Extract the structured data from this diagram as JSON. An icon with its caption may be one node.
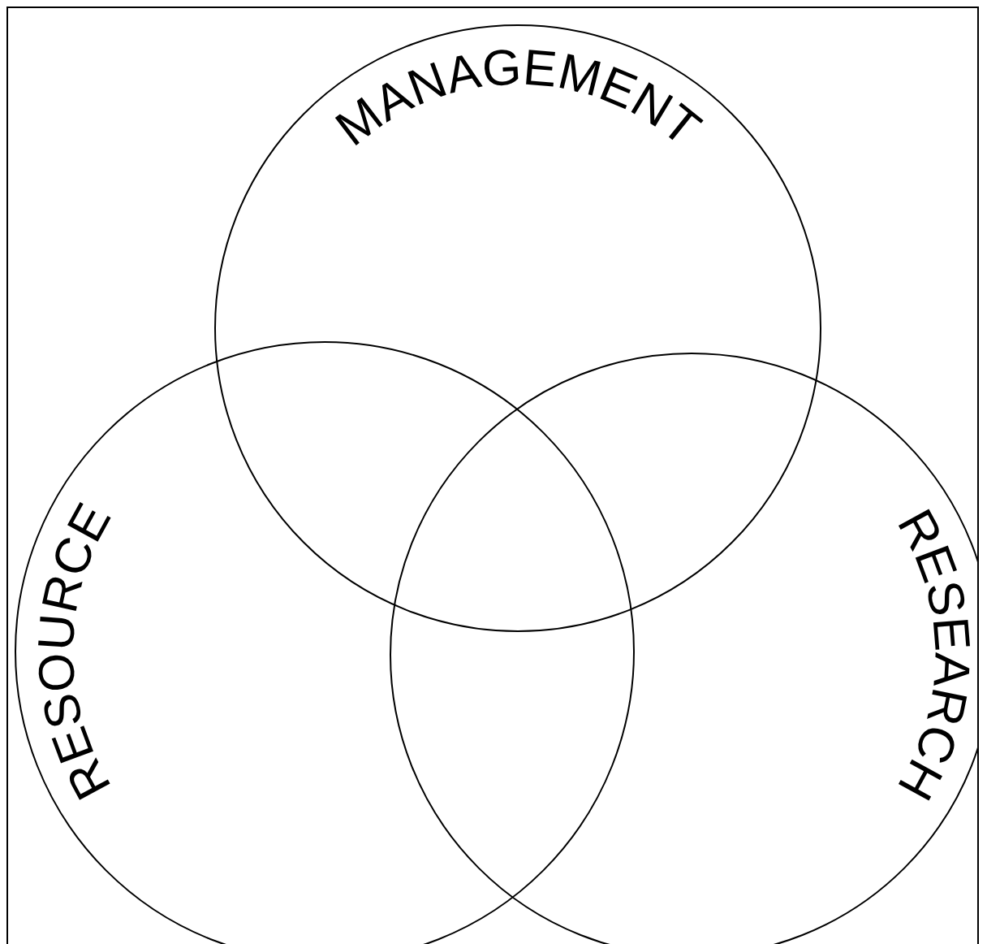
{
  "diagram": {
    "nodes": [
      {
        "text": [
          "MANAGEMENT"
        ]
      },
      {
        "text": [
          "RESOURCE"
        ]
      },
      {
        "text": [
          "RESEARCH"
        ]
      }
    ]
  }
}
